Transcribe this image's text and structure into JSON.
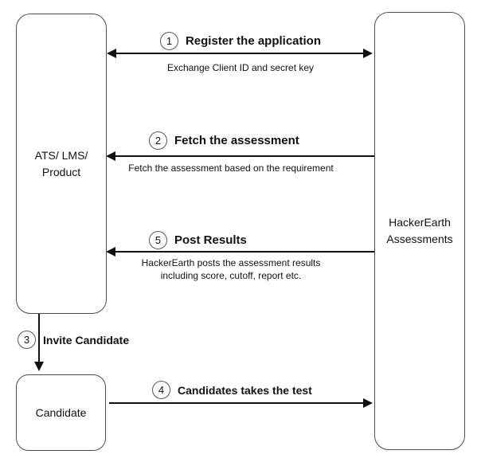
{
  "diagram": {
    "colors": {
      "background": "#ffffff",
      "arrow_line": "#111111",
      "box_border": "#4d4d4d",
      "text": "#111111"
    },
    "actors": [
      {
        "id": "ats-lms-product",
        "label_lines": [
          "ATS/ LMS/",
          "Product"
        ]
      },
      {
        "id": "hackerearth-assessments",
        "label_lines": [
          "HackerEarth",
          "Assessments"
        ]
      },
      {
        "id": "candidate",
        "label_lines": [
          "Candidate"
        ]
      }
    ],
    "messages": [
      {
        "step": "1",
        "title": "Register the application",
        "direction": "both",
        "from": "ats-lms-product",
        "to": "hackerearth-assessments",
        "subtitle_lines": [
          "Exchange Client ID and secret key"
        ]
      },
      {
        "step": "2",
        "title": "Fetch the assessment",
        "direction": "left",
        "from": "hackerearth-assessments",
        "to": "ats-lms-product",
        "subtitle_lines": [
          "Fetch the assessment based on the requirement"
        ]
      },
      {
        "step": "5",
        "title": "Post Results",
        "direction": "left",
        "from": "hackerearth-assessments",
        "to": "ats-lms-product",
        "subtitle_lines": [
          "HackerEarth posts the assessment results",
          "including score, cutoff, report etc."
        ]
      },
      {
        "step": "3",
        "title": "Invite Candidate",
        "direction": "down",
        "from": "ats-lms-product",
        "to": "candidate",
        "subtitle_lines": []
      },
      {
        "step": "4",
        "title": "Candidates takes the test",
        "direction": "right",
        "from": "candidate",
        "to": "hackerearth-assessments",
        "subtitle_lines": []
      }
    ]
  }
}
